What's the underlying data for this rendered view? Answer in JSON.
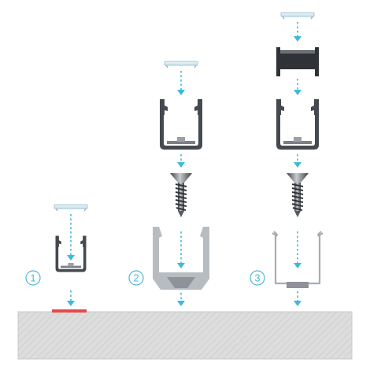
{
  "steps": [
    {
      "number": "1"
    },
    {
      "number": "2"
    },
    {
      "number": "3"
    }
  ],
  "colors": {
    "accent": "#3cb9dc",
    "profile_dark": "#454a50",
    "profile_light": "#b7bcc0",
    "diffuser": "#d3e9f2",
    "surface": "#dcdcdc",
    "adhesive_tape": "#e64a4a"
  },
  "icons": [
    "numbered-circle-icon",
    "down-arrow-icon",
    "screw-icon",
    "clip-icon",
    "diffuser-icon",
    "profile-icon"
  ]
}
